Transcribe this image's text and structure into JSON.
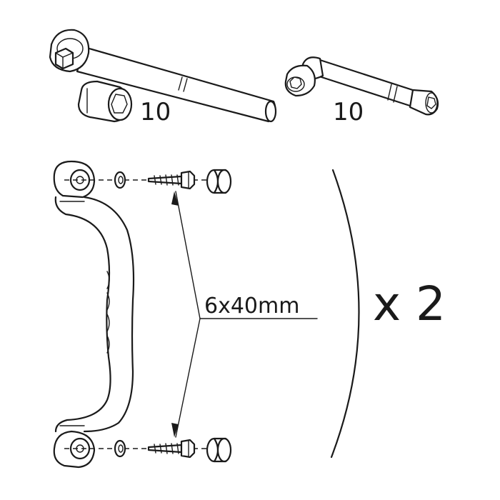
{
  "tools": {
    "ratchet_socket_size": "10",
    "angle_wrench_size": "10"
  },
  "screw_spec": "6x40mm",
  "quantity": "x 2",
  "icons": [
    "ratchet-wrench",
    "socket",
    "angle-socket-wrench",
    "handle",
    "washer",
    "screw",
    "cover-cap"
  ]
}
